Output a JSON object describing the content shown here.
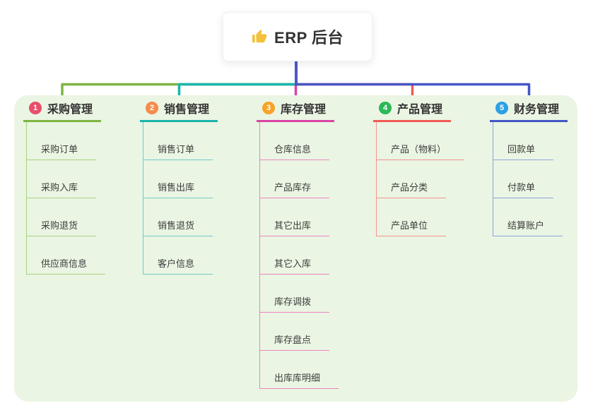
{
  "root": {
    "label": "ERP 后台",
    "icon": "thumbs-up-icon",
    "icon_color": "#f2c13b",
    "line_color": "#4b57c8"
  },
  "theme": {
    "panel_bg": "#eaf5e3",
    "card_bg": "#ffffff",
    "text_color": "#333333"
  },
  "branches": [
    {
      "num": "1",
      "label": "采购管理",
      "badge_color": "#ea4c6a",
      "line_color": "#7db540",
      "child_line_color": "#a9d27f",
      "children": [
        "采购订单",
        "采购入库",
        "采购退货",
        "供应商信息"
      ]
    },
    {
      "num": "2",
      "label": "销售管理",
      "badge_color": "#f78b4c",
      "line_color": "#1ab5ad",
      "child_line_color": "#6fccc6",
      "children": [
        "销售订单",
        "销售出库",
        "销售退货",
        "客户信息"
      ]
    },
    {
      "num": "3",
      "label": "库存管理",
      "badge_color": "#f7a328",
      "line_color": "#d944a5",
      "child_line_color": "#ec85c4",
      "children": [
        "仓库信息",
        "产品库存",
        "其它出库",
        "其它入库",
        "库存调拨",
        "库存盘点",
        "出库库明细"
      ]
    },
    {
      "num": "4",
      "label": "产品管理",
      "badge_color": "#2cb857",
      "line_color": "#ef5b56",
      "child_line_color": "#f7938f",
      "children": [
        "产品（物料）",
        "产品分类",
        "产品单位"
      ]
    },
    {
      "num": "5",
      "label": "财务管理",
      "badge_color": "#2ba0e4",
      "line_color": "#4456c6",
      "child_line_color": "#8ba5dc",
      "children": [
        "回款单",
        "付款单",
        "结算账户"
      ]
    }
  ]
}
